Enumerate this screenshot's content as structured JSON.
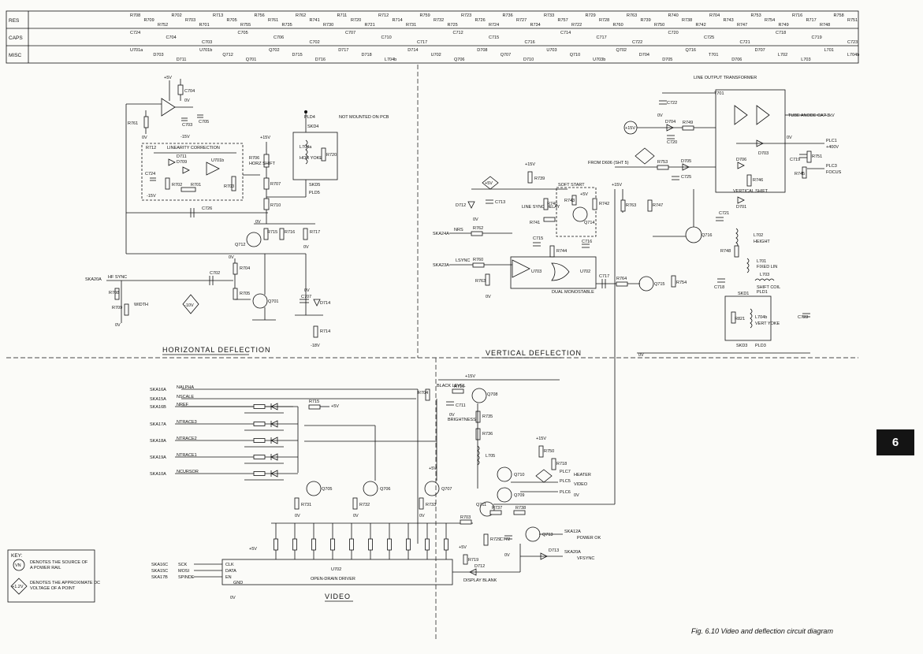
{
  "header_table": {
    "rows": [
      {
        "key": "RES",
        "refs": [
          "R708",
          "R709",
          "R752",
          "R702",
          "R703",
          "R701",
          "R713",
          "R705",
          "R755",
          "R756",
          "R761",
          "R735",
          "R762",
          "R741",
          "R730",
          "R711",
          "R720",
          "R721",
          "R712",
          "R714",
          "R731",
          "R759",
          "R732",
          "R725",
          "R723",
          "R726",
          "R724",
          "R736",
          "R727",
          "R734",
          "R733",
          "R757",
          "R722",
          "R729",
          "R728",
          "R760",
          "R763",
          "R739",
          "R750",
          "R740",
          "R738",
          "R742",
          "R704",
          "R743",
          "R747",
          "R753",
          "R754",
          "R749",
          "R716",
          "R717",
          "R748",
          "R758",
          "R751"
        ]
      },
      {
        "key": "CAPS",
        "refs": [
          "C724",
          "C704",
          "C703",
          "C705",
          "C706",
          "C702",
          "C707",
          "C710",
          "C717",
          "C712",
          "C715",
          "C716",
          "C714",
          "C717",
          "C722",
          "C720",
          "C725",
          "C721",
          "C718",
          "C719",
          "C723"
        ]
      },
      {
        "key": "MISC",
        "refs": [
          "U701a",
          "D703",
          "D711",
          "U701b",
          "Q712",
          "Q701",
          "Q702",
          "D715",
          "D716",
          "D717",
          "D718",
          "L704b",
          "D714",
          "U702",
          "Q706",
          "D708",
          "Q707",
          "D710",
          "U703",
          "Q710",
          "U703b",
          "Q702",
          "D704",
          "D705",
          "Q716",
          "T701",
          "D706",
          "D707",
          "L702",
          "L703",
          "L701",
          "L704b"
        ]
      }
    ]
  },
  "sections": {
    "horizontal": "HORIZONTAL DEFLECTION",
    "vertical": "VERTICAL DEFLECTION",
    "video": "VIDEO"
  },
  "labels": {
    "line_output_transformer": "LINE OUTPUT TRANSFORMER",
    "tube_anode_cap": "TUBE ANODE CAP",
    "plus_8kv": "+8kV",
    "pl1": "PLC1",
    "plus400v": "+400V",
    "pl3": "PLC3",
    "focus": "FOCUS",
    "vertical_shift": "VERTICAL SHIFT",
    "height": "HEIGHT",
    "fixed_lin": "FIXED LIN",
    "shift_coil": "SHIFT COIL",
    "vert_yoke": "VERT YOKE",
    "horz_yoke": "HOR YOKE",
    "not_mounted": "NOT MOUNTED ON PCB",
    "linearity_correction": "LINEARITY CORRECTION",
    "horz_shift": "HORZ SHIFT",
    "width": "WIDTH",
    "hf_sync": "HF SYNC",
    "ska20a": "SKA20A",
    "from_d606": "FROM D606 (SHT 5)",
    "line_sync_delay": "LINE SYNC DELAY",
    "soft_start": "SOFT START",
    "dual_monostable": "DUAL MONOSTABLE",
    "nrs": "NRS",
    "lsync": "LSYNC",
    "black_level": "BLACK LEVEL",
    "brightness": "BRIGHTNESS",
    "heater": "HEATER",
    "video_out": "VIDEO",
    "plc7": "PLC7",
    "plc5": "PLC5",
    "plc6": "PLC6",
    "power_ok": "POWER OK",
    "vsync": "VFSYNC",
    "display_blank": "DISPLAY BLANK",
    "open_drain_driver": "OPEN-DRAIN DRIVER",
    "u702": "U702",
    "plus5v": "+5V",
    "plus15v": "+15V",
    "minus15v": "-15V",
    "zero_v": "0V",
    "minus10v": "-10V",
    "minus18v": "-18V"
  },
  "video_inputs": [
    {
      "pin": "SKA16A",
      "name": "NALPHA"
    },
    {
      "pin": "SKA15A",
      "name": "NSCALE"
    },
    {
      "pin": "SKA16B",
      "name": "NREF"
    },
    {
      "pin": "SKA17A",
      "name": "NTRACE3"
    },
    {
      "pin": "SKA18A",
      "name": "NTRACE2"
    },
    {
      "pin": "SKA19A",
      "name": "NTRACE1"
    },
    {
      "pin": "SKA10A",
      "name": "NCURSOR"
    }
  ],
  "serial_inputs": [
    {
      "pin": "SKA16C",
      "name": "SCK"
    },
    {
      "pin": "SKA15C",
      "name": "MOSI"
    },
    {
      "pin": "SKA17B",
      "name": "SPINDE"
    }
  ],
  "key": {
    "title": "KEY:",
    "rail_symbol": "VN",
    "rail_text": "DENOTES THE SOURCE OF A POWER RAIL",
    "dc_symbol": "+1.2V",
    "dc_text": "DENOTES THE APPROXIMATE DC VOLTAGE OF A POINT"
  },
  "caption": "Fig. 6.10 Video and deflection circuit diagram",
  "page_tab": "6"
}
